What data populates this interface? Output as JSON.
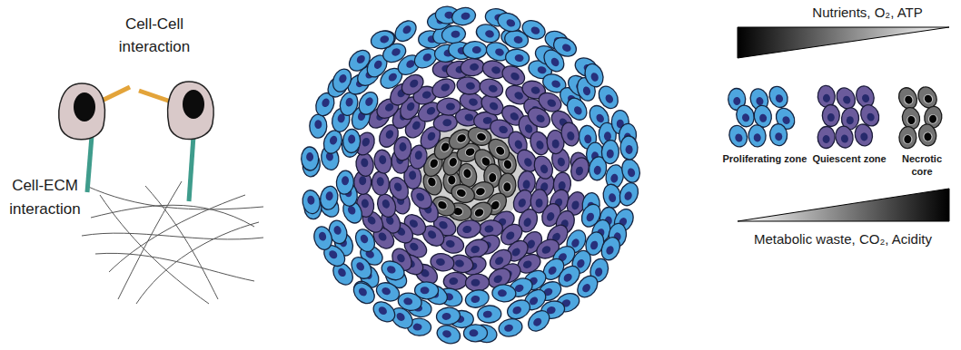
{
  "diagram": {
    "labels": [
      "Cell-Cell interaction",
      "Cell-ECM interaction",
      "Nutrients, O₂, ATP",
      "Proliferating zone",
      "Quiescent zone",
      "Necrotic core",
      "Metabolic waste, CO₂, Acidity"
    ]
  }
}
